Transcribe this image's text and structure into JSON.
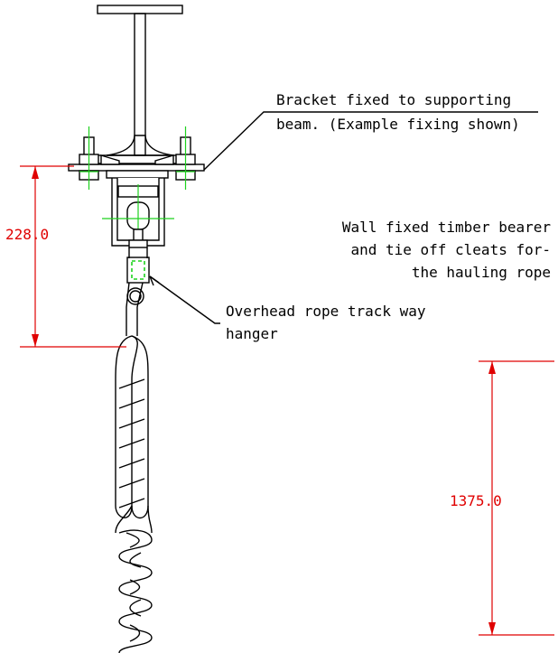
{
  "notes": {
    "bracket_line1": "Bracket fixed to supporting",
    "bracket_line2": "beam. (Example fixing shown)",
    "wall_line1": "Wall fixed timber bearer",
    "wall_line2": "and tie off cleats for-",
    "wall_line3": "the hauling rope",
    "hanger_line1": "Overhead rope track way",
    "hanger_line2": "hanger"
  },
  "dimensions": {
    "hanger_drop": "228.0",
    "rope_length": "1375.0"
  },
  "colors": {
    "dimension": "#e00000",
    "hatch": "#16c4e0",
    "centerline": "#1ed21e",
    "outline": "#000000"
  }
}
